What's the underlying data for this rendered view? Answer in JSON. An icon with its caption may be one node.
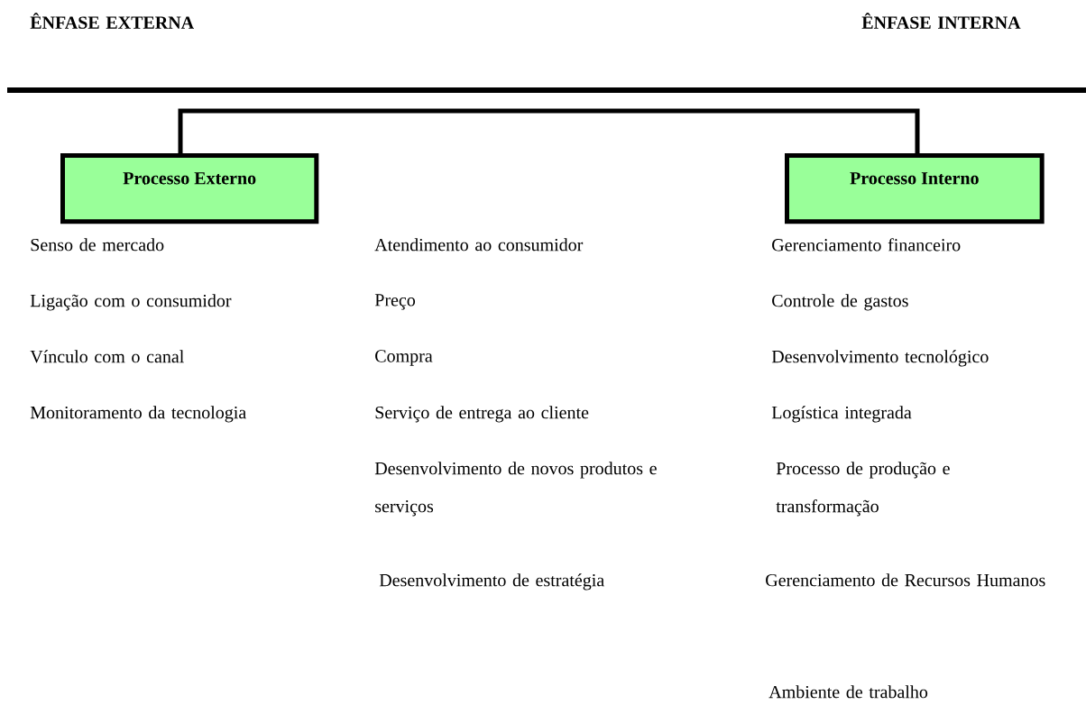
{
  "diagram": {
    "nodes": [
      {
        "text": [
          "Processo Externo"
        ]
      },
      {
        "text": [
          "Processo Interno"
        ]
      }
    ],
    "edges": [
      {
        "from": 0,
        "to": 1,
        "arrow": "none"
      }
    ],
    "labels": [
      "ÊNFASE EXTERNA",
      "ÊNFASE INTERNA",
      "Senso de mercado",
      "Ligação com o consumidor",
      "Vínculo com o canal",
      "Monitoramento da tecnologia",
      "Atendimento ao consumidor",
      "Preço",
      "Compra",
      "Serviço de entrega ao cliente",
      "Desenvolvimento de novos produtos e serviços",
      "Desenvolvimento de estratégia",
      "Gerenciamento financeiro",
      "Controle de gastos",
      "Desenvolvimento tecnológico",
      "Logística integrada",
      "Processo de produção e transformação",
      "Gerenciamento de Recursos Humanos",
      "Ambiente de trabalho"
    ]
  }
}
